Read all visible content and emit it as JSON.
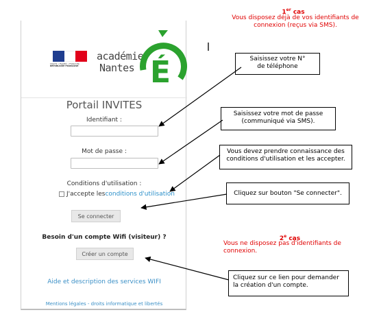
{
  "case1": {
    "heading_num": "1",
    "heading_sup": "er",
    "heading_word": " cas",
    "text": "Vous disposez déjà de vos identifiants de connexion (reçus via SMS)."
  },
  "case2": {
    "heading_num": "2",
    "heading_sup": "e",
    "heading_word": " cas",
    "text": "Vous ne disposez pas d'identifiants de connexion."
  },
  "portal": {
    "logo": {
      "flag_colors": [
        "#1f3d8f",
        "#ffffff",
        "#e1001a"
      ],
      "flag_caption": [
        "Liberté • Égalité • Fraternité",
        "RÉPUBLIQUE FRANÇAISE"
      ],
      "word1": "académie",
      "word2": "Nantes",
      "e_letter": "É",
      "green": "#2ba22e"
    },
    "title": "Portail INVITES",
    "identifiant_label": "Identifiant :",
    "password_label": "Mot de passe :",
    "conditions_label": "Conditions d'utilisation :",
    "accept_prefix": "J'accepte les ",
    "accept_link": "conditions d'utilisation",
    "connect_button": "Se connecter",
    "account_question": "Besoin d'un compte Wifi (visiteur) ?",
    "create_button": "Créer un compte",
    "help_link": "Aide et description des services WIFI",
    "legal_link": "Mentions légales - droits informatique et libertés"
  },
  "callouts": {
    "phone": "Saisissez votre N° de téléphone",
    "password": "Saisissez votre mot de passe (communiqué via SMS).",
    "conditions": "Vous devez prendre connaissance des conditions d'utilisation et les accepter.",
    "connect": "Cliquez sur bouton \"Se connecter\".",
    "create": "Cliquez sur ce lien pour demander la création d'un compte."
  }
}
